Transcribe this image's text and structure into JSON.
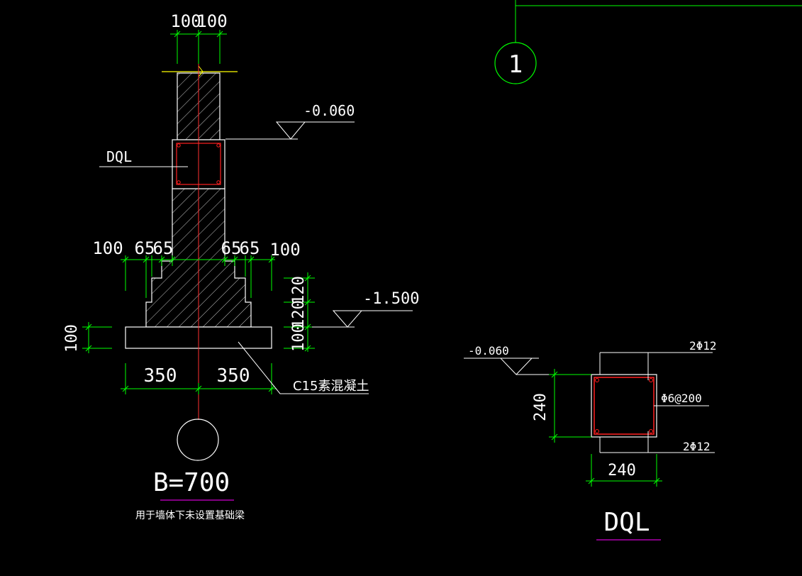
{
  "colors": {
    "background": "#000000",
    "outline": "#ffffff",
    "dimension": "#00ff00",
    "rebar": "#ff2020",
    "centerline": "#ff3030",
    "grade_line": "#ffff00",
    "title_underline": "#d000d0"
  },
  "grid": {
    "axis_number": "1"
  },
  "section_left": {
    "dims_top": [
      "100",
      "100"
    ],
    "elev_top": "-0.060",
    "beam_tag": "DQL",
    "dims_step_left": [
      "100",
      "65",
      "65"
    ],
    "dims_step_right": [
      "65",
      "65",
      "100"
    ],
    "dims_vertical_right": [
      "120",
      "120",
      "100"
    ],
    "elev_bottom": "-1.500",
    "dim_pad_left": "100",
    "dims_base": [
      "350",
      "350"
    ],
    "material_label": "C15素混凝土",
    "title": "B=700",
    "subtitle": "用于墙体下未设置基础梁"
  },
  "section_right": {
    "elev": "-0.060",
    "top_bars": "2Φ12",
    "stirrup": "Φ6@200",
    "bottom_bars": "2Φ12",
    "height_dim": "240",
    "width_dim": "240",
    "title": "DQL"
  }
}
